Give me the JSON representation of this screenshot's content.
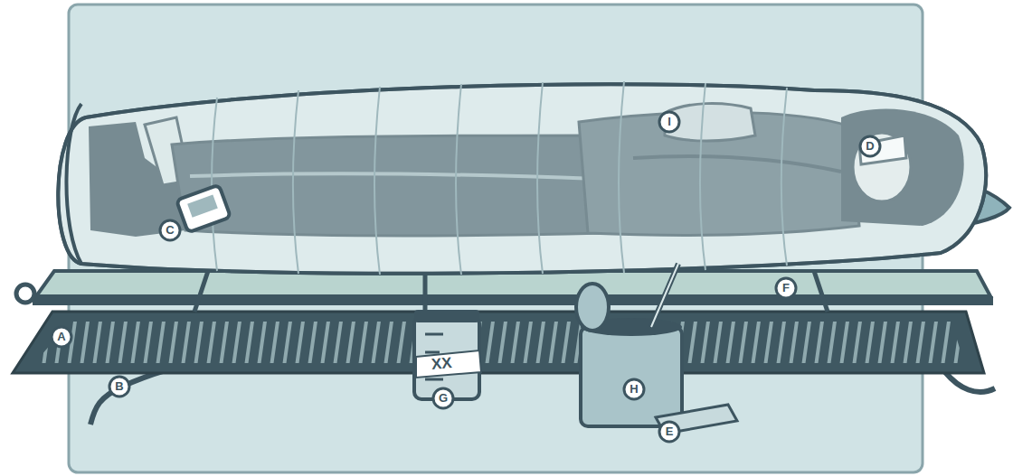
{
  "diagram": {
    "nodes": [
      {
        "text": [
          "A"
        ]
      },
      {
        "text": [
          "B"
        ]
      },
      {
        "text": [
          "C"
        ]
      },
      {
        "text": [
          "D"
        ]
      },
      {
        "text": [
          "E"
        ]
      },
      {
        "text": [
          "F"
        ]
      },
      {
        "text": [
          "G"
        ]
      },
      {
        "text": [
          "H"
        ]
      },
      {
        "text": [
          "I"
        ]
      }
    ],
    "labels": [
      "XX"
    ]
  }
}
